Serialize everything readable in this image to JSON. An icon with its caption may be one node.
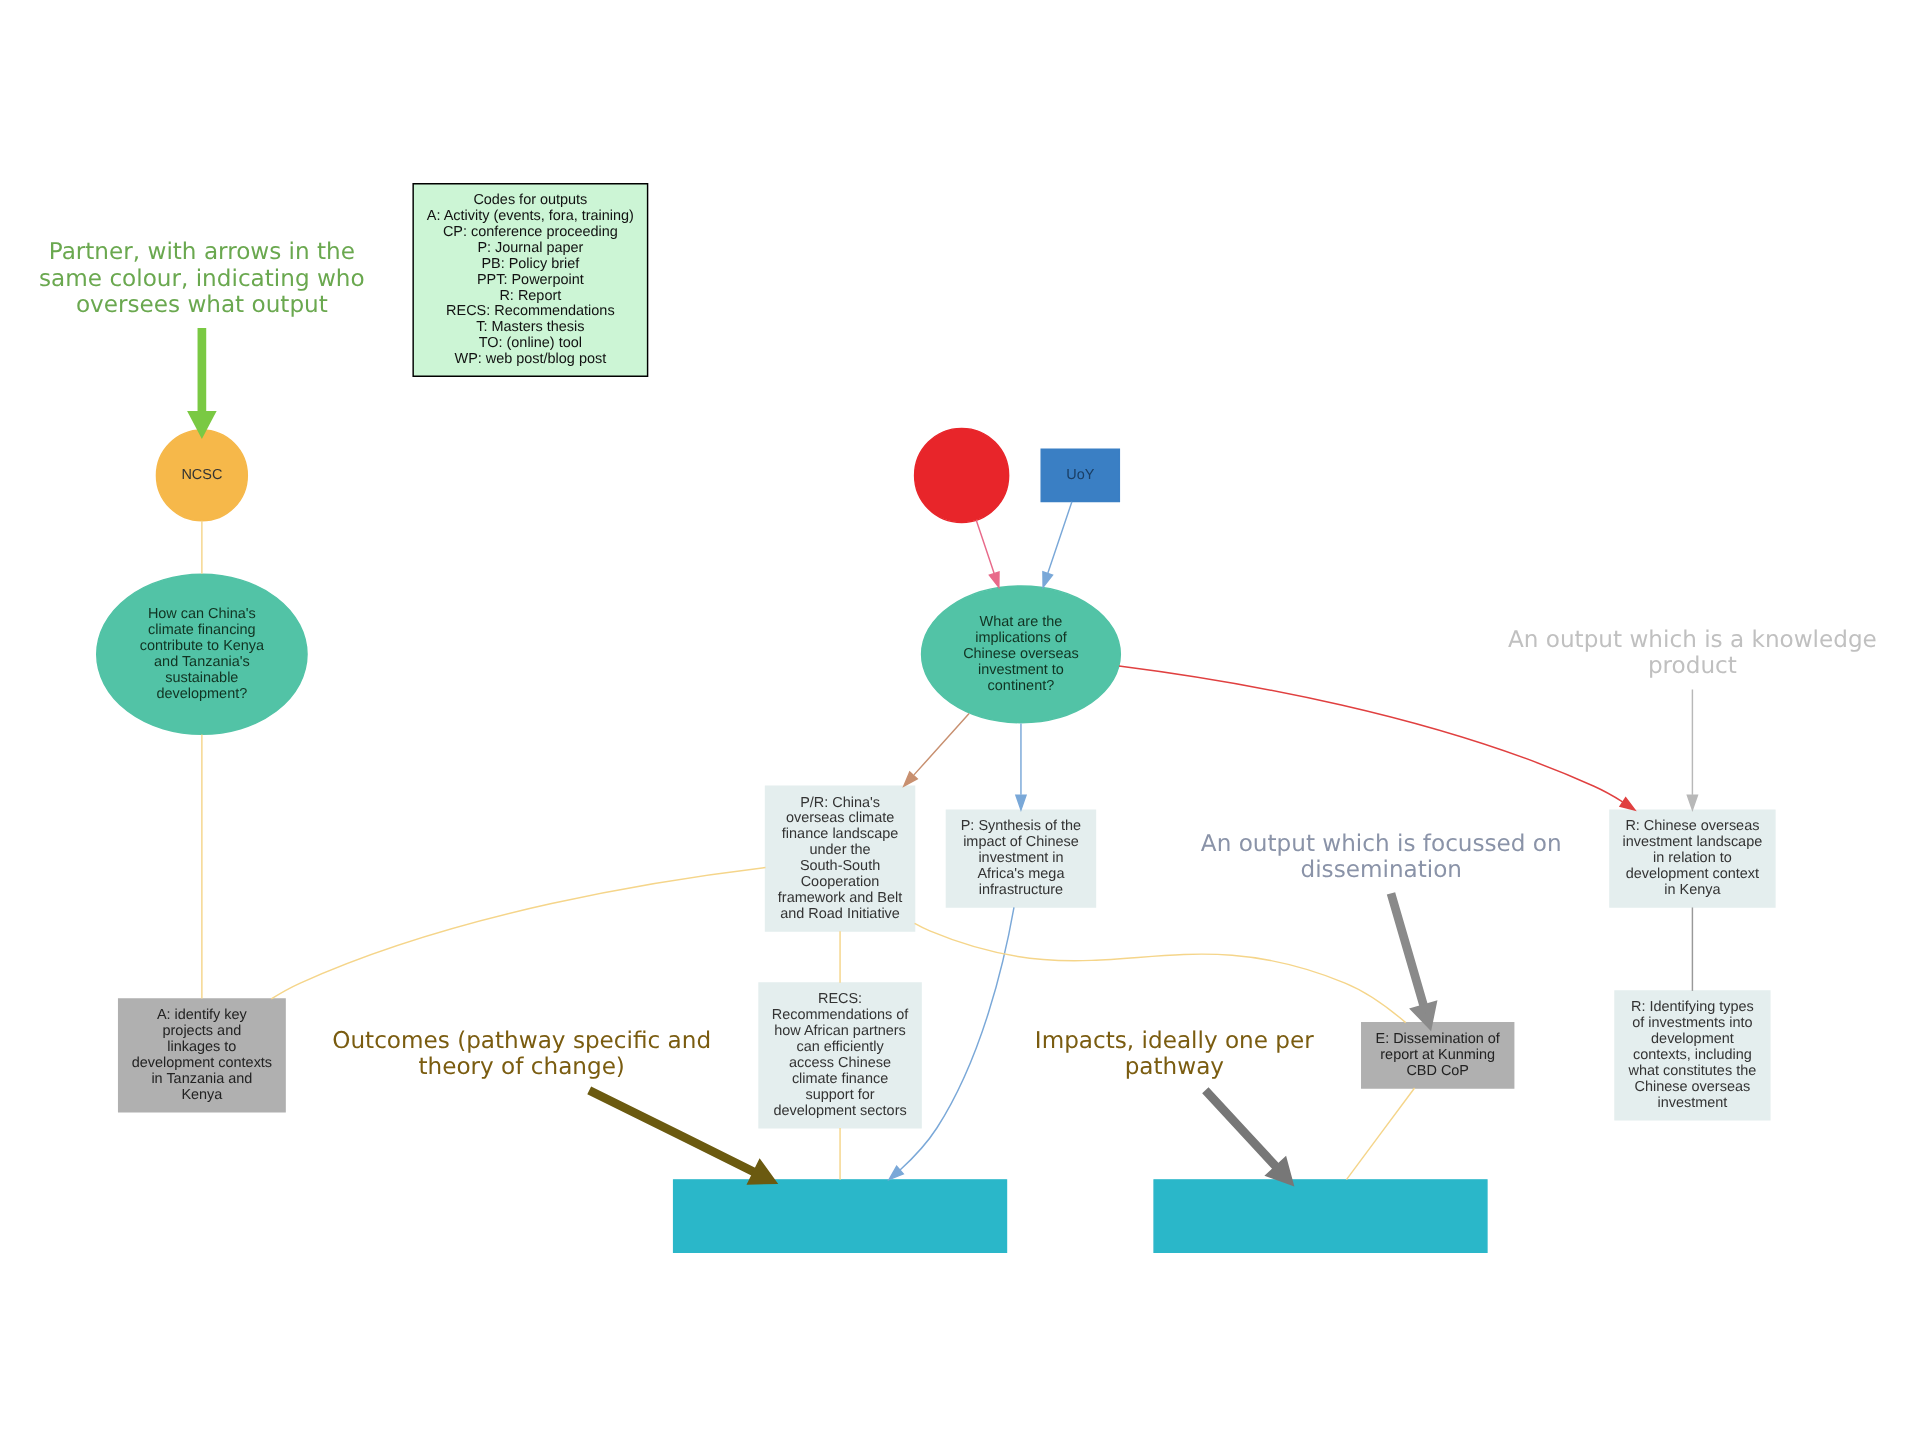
{
  "diagram": {
    "nodes": [
      {
        "text": [
          "Partner, with arrows in the same colour, indicating who oversees what output"
        ]
      },
      {
        "text": [
          "An output which is a knowledge product"
        ]
      },
      {
        "text": [
          "An output which is focussed on dissemination"
        ]
      },
      {
        "text": [
          "Outcomes (pathway specific and theory of change)"
        ]
      },
      {
        "text": [
          "Impacts, ideally one per pathway"
        ]
      },
      {
        "text": [
          "UoY"
        ]
      },
      {
        "text": [],
        "shape": "circle"
      },
      {
        "text": [
          "NCSC"
        ]
      },
      {
        "text": [
          "What are the implications of Chinese overseas investment to continent?"
        ]
      },
      {
        "text": [
          "How can China's climate financing contribute to Kenya and Tanzania's sustainable development?"
        ]
      },
      {
        "text": [
          "R: Chinese overseas investment landscape in relation to development context in Kenya"
        ]
      },
      {
        "text": [
          "P: Synthesis of the impact of Chinese investment in Africa's mega infrastructure"
        ]
      },
      {
        "text": [
          "P/R: China's overseas climate finance landscape under the South-South Cooperation framework and Belt and Road Initiative"
        ]
      },
      {
        "text": [
          "A: identify key projects and linkages to development contexts in Tanzania and Kenya"
        ]
      },
      {
        "text": [
          "R: Identifying types of investments into development contexts, including what constitutes the Chinese overseas investment"
        ]
      },
      {
        "text": [
          "RECS: Recommendations of how African partners can efficiently access Chinese climate finance support for development sectors"
        ]
      },
      {
        "text": [
          "E: Dissemination of report at Kunming CBD CoP"
        ]
      },
      {
        "text": [],
        "shape": "box"
      },
      {
        "text": [],
        "shape": "box"
      },
      {
        "text": [
          "Codes for outputs",
          "A: Activity (events, fora, training)",
          "CP: conference proceeding",
          "P: Journal paper",
          "PB: Policy brief",
          "PPT: Powerpoint",
          "R: Report",
          "RECS: Recommendations",
          "T: Masters thesis",
          "TO: (online) tool",
          "WP: web post/blog post"
        ]
      }
    ],
    "edges": [
      {
        "from": 0,
        "to": 7,
        "arrow": "to",
        "style": "thick",
        "color": "#7ac943"
      },
      {
        "from": 1,
        "to": 10,
        "arrow": "to",
        "color": "#b8b8b8"
      },
      {
        "from": 2,
        "to": 16,
        "arrow": "to",
        "style": "thick",
        "color": "#8a8a8a"
      },
      {
        "from": 3,
        "to": 17,
        "arrow": "to",
        "style": "thick",
        "color": "#6b5a10"
      },
      {
        "from": 4,
        "to": 18,
        "arrow": "to",
        "style": "thick",
        "color": "#777777"
      },
      {
        "from": 5,
        "to": 8,
        "arrow": "to",
        "color": "#7aa8d8"
      },
      {
        "from": 6,
        "to": 8,
        "arrow": "to",
        "color": "#e86a8a"
      },
      {
        "from": 8,
        "to": 10,
        "arrow": "to",
        "color": "#e04040"
      },
      {
        "from": 8,
        "to": 11,
        "arrow": "to",
        "color": "#7aa8d8"
      },
      {
        "from": 8,
        "to": 12,
        "arrow": "to",
        "color": "#c89070"
      },
      {
        "from": 7,
        "to": 9,
        "arrow": "none"
      },
      {
        "from": 9,
        "to": 13,
        "arrow": "none"
      },
      {
        "from": 12,
        "to": 13,
        "arrow": "none"
      },
      {
        "from": 12,
        "to": 16,
        "arrow": "none"
      },
      {
        "from": 12,
        "to": 15,
        "arrow": "none"
      },
      {
        "from": 10,
        "to": 14,
        "arrow": "none",
        "color": "#999999"
      },
      {
        "from": 11,
        "to": 17,
        "arrow": "to",
        "color": "#7aa8d8"
      },
      {
        "from": 15,
        "to": 17,
        "arrow": "none"
      },
      {
        "from": 16,
        "to": 18,
        "arrow": "none"
      }
    ]
  }
}
